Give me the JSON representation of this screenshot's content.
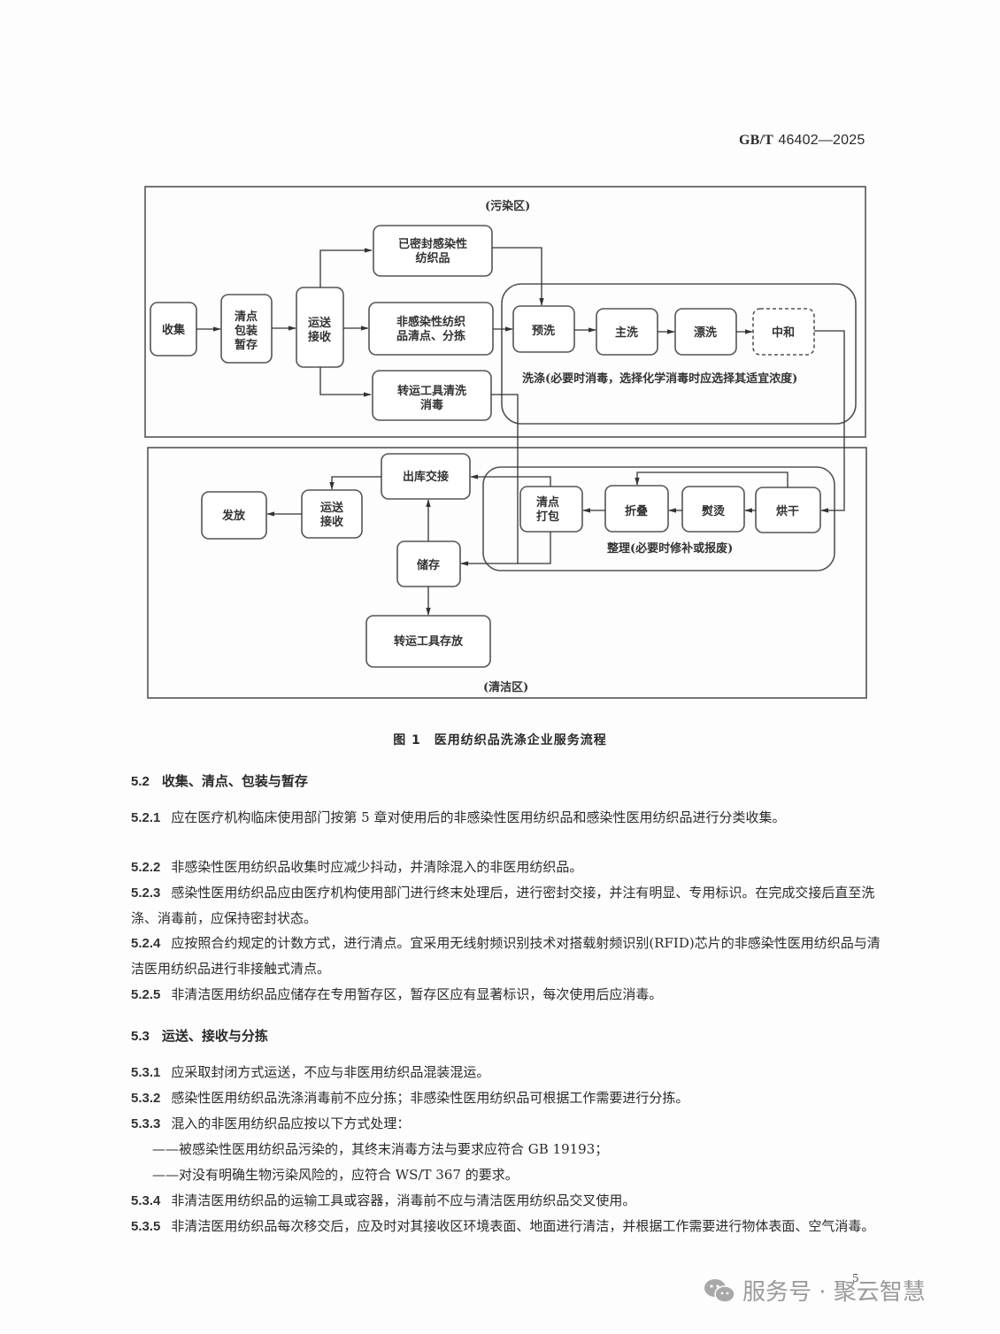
{
  "header": {
    "std_prefix": "GB/T",
    "std_number": "46402—2025"
  },
  "flowchart": {
    "zones": {
      "dirty": "(污染区)",
      "clean": "(清洁区)"
    },
    "nodes": {
      "collect": "收集",
      "count_pack_store": [
        "清点",
        "包装",
        "暂存"
      ],
      "transport_receive": [
        "运送",
        "接收"
      ],
      "sealed_infectious": [
        "已密封感染性",
        "纺织品"
      ],
      "non_infectious_sort": [
        "非感染性纺织",
        "品清点、分拣"
      ],
      "transport_tool_clean": [
        "转运工具清洗",
        "消毒"
      ],
      "prewash": "预洗",
      "main_wash": "主洗",
      "rinse": "漂洗",
      "neutralize": "中和",
      "wash_group_label": "洗涤(必要时消毒，选择化学消毒时应选择其适宜浓度)",
      "dry": "烘干",
      "iron": "熨烫",
      "fold": "折叠",
      "count_package": [
        "清点",
        "打包"
      ],
      "finish_group_label": "整理(必要时修补或报废)",
      "outbound_handover": "出库交接",
      "storage": "储存",
      "transport_receive_2": [
        "运送",
        "接收"
      ],
      "distribute": "发放",
      "tool_storage": "转运工具存放"
    }
  },
  "figure_caption": "图 1　医用纺织品洗涤企业服务流程",
  "sections": [
    {
      "number": "5.2",
      "title": "收集、清点、包装与暂存",
      "clauses": [
        {
          "number": "5.2.1",
          "text": "应在医疗机构临床使用部门按第 5 章对使用后的非感染性医用纺织品和感染性医用纺织品进行分类收集。"
        },
        {
          "number": "5.2.2",
          "text": "非感染性医用纺织品收集时应减少抖动，并清除混入的非医用纺织品。"
        },
        {
          "number": "5.2.3",
          "text": "感染性医用纺织品应由医疗机构使用部门进行终末处理后，进行密封交接，并注有明显、专用标识。在完成交接后直至洗涤、消毒前，应保持密封状态。"
        },
        {
          "number": "5.2.4",
          "text": "应按照合约规定的计数方式，进行清点。宜采用无线射频识别技术对搭载射频识别(RFID)芯片的非感染性医用纺织品与清洁医用纺织品进行非接触式清点。"
        },
        {
          "number": "5.2.5",
          "text": "非清洁医用纺织品应储存在专用暂存区，暂存区应有显著标识，每次使用后应消毒。"
        }
      ]
    },
    {
      "number": "5.3",
      "title": "运送、接收与分拣",
      "clauses": [
        {
          "number": "5.3.1",
          "text": "应采取封闭方式运送，不应与非医用纺织品混装混运。"
        },
        {
          "number": "5.3.2",
          "text": "感染性医用纺织品洗涤消毒前不应分拣；非感染性医用纺织品可根据工作需要进行分拣。"
        },
        {
          "number": "5.3.3",
          "text": "混入的非医用纺织品应按以下方式处理："
        },
        {
          "number": "",
          "text": "——被感染性医用纺织品污染的，其终末消毒方法与要求应符合 GB 19193；"
        },
        {
          "number": "",
          "text": "——对没有明确生物污染风险的，应符合 WS/T 367 的要求。"
        },
        {
          "number": "5.3.4",
          "text": "非清洁医用纺织品的运输工具或容器，消毒前不应与清洁医用纺织品交叉使用。"
        },
        {
          "number": "5.3.5",
          "text": "非清洁医用纺织品每次移交后，应及时对其接收区环境表面、地面进行清洁，并根据工作需要进行物体表面、空气消毒。"
        }
      ]
    }
  ],
  "footer": {
    "watermark": "服务号 · 聚云智慧",
    "page_number": "5",
    "icon": "wechat-icon"
  }
}
